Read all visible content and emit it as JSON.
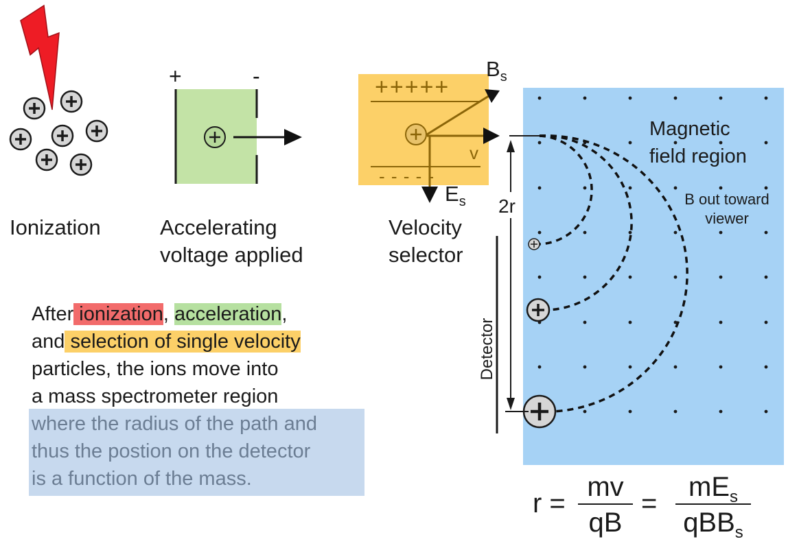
{
  "stages": {
    "ionization": "Ionization",
    "accelerating_line1": "Accelerating",
    "accelerating_line2": "voltage applied",
    "selector_line1": "Velocity",
    "selector_line2": "selector"
  },
  "plate_signs": {
    "plus": "+",
    "minus": "-",
    "top_row": "+++++",
    "bottom_row": "- - - - -"
  },
  "vectors": {
    "b_s": "B",
    "b_s_sub": "s",
    "v": "v",
    "e_s": "E",
    "e_s_sub": "s",
    "two_r": "2r"
  },
  "field": {
    "title_line1": "Magnetic",
    "title_line2": "field region",
    "note_line1": "B out toward",
    "note_line2": "viewer",
    "detector": "Detector"
  },
  "paragraph": {
    "p1": "After",
    "p1_red": " ionization",
    "p1_comma": ",",
    "p1_green": " acceleration",
    "p1_end": ",",
    "p2": "and",
    "p2_yellow": " selection of single velocity",
    "p3": "particles, the ions move into",
    "p4": "a mass spectrometer region",
    "p5": "where the radius of the path and",
    "p6": "thus the postion on the detector",
    "p7": "is a function of the mass."
  },
  "equation": {
    "lhs": "r =",
    "num1": "mv",
    "den1": "qB",
    "eq2": "=",
    "num2_main": "mE",
    "num2_sub": "s",
    "den2_main": "qBB",
    "den2_sub": "s"
  },
  "colors": {
    "lightning": "#ee1c25",
    "accelerator_fill": "#c3e3a6",
    "selector_fill": "#fcd068",
    "field_fill": "#a6d2f5",
    "vector": "#8b6508",
    "ion_fill": "#d6d6d6"
  }
}
